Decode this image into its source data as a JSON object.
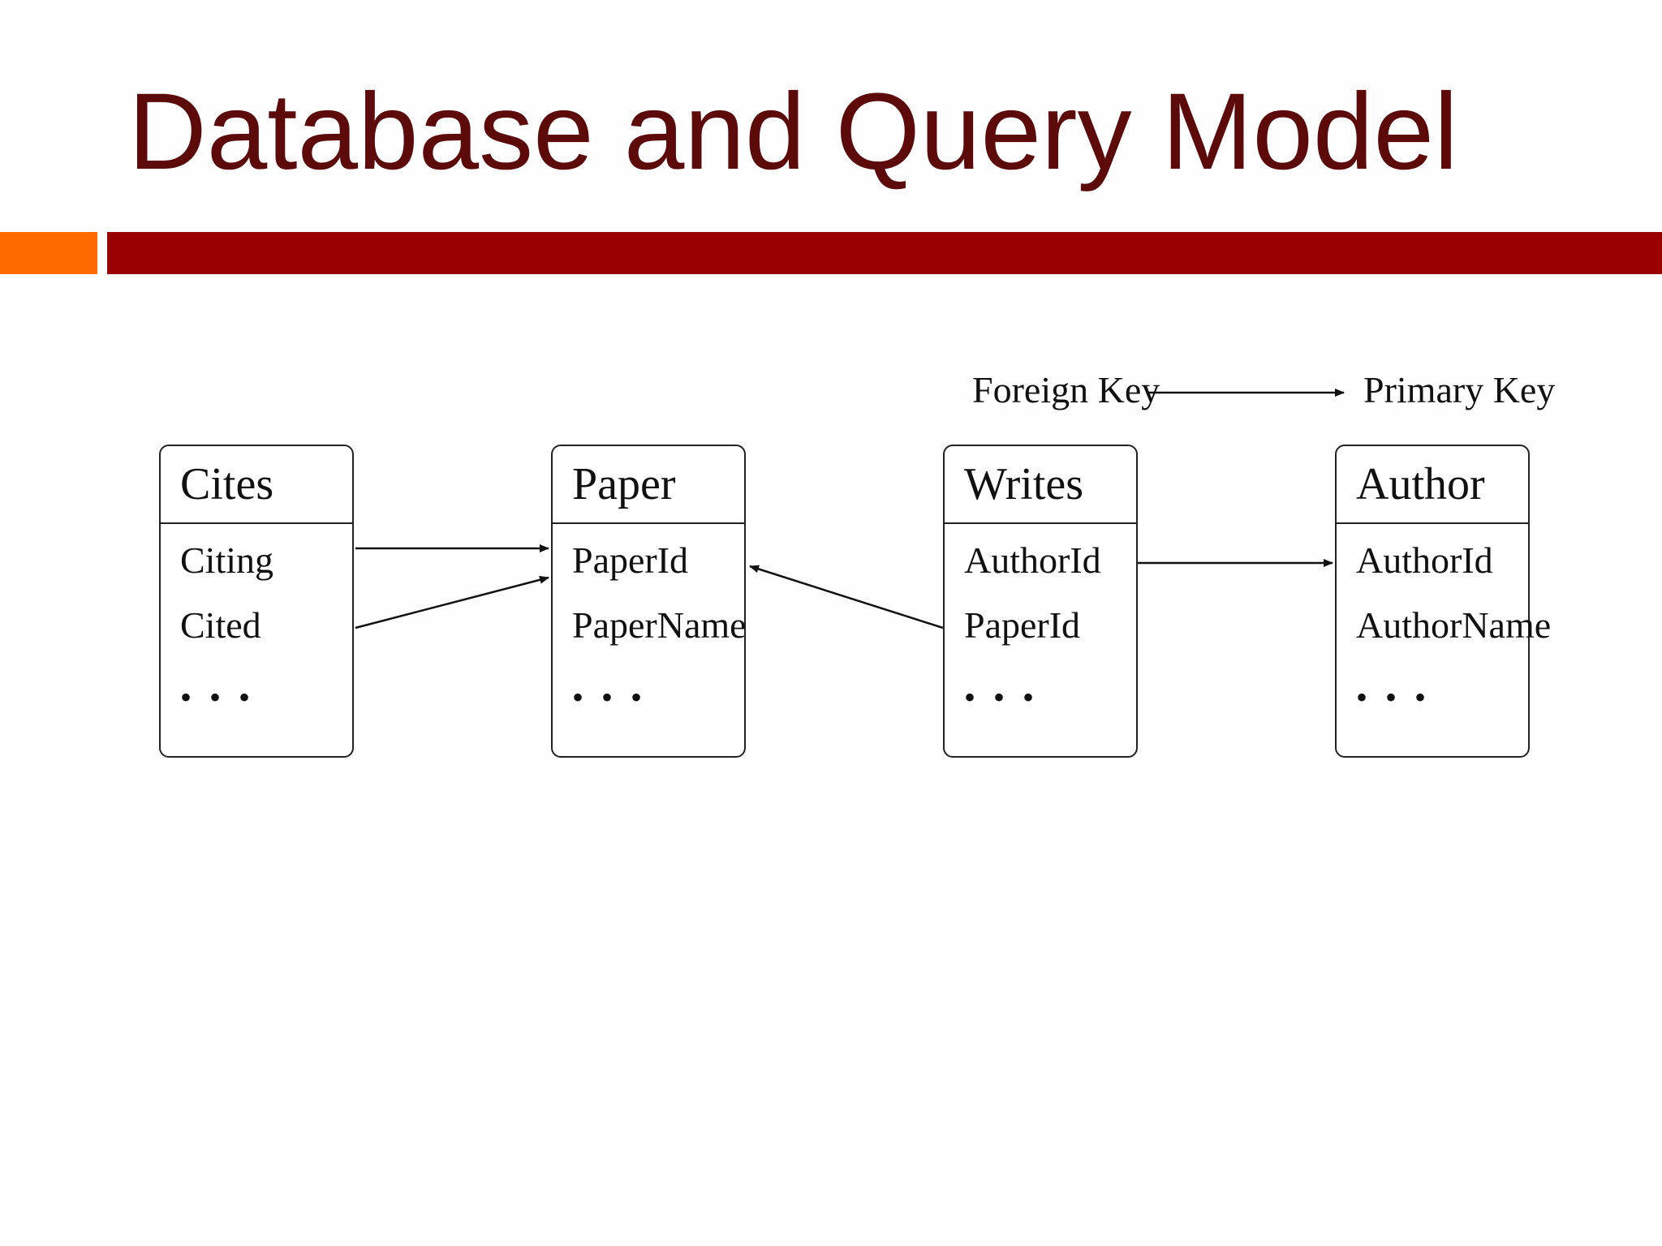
{
  "slide": {
    "title": "Database and Query Model",
    "colors": {
      "title": "#5c0a0a",
      "accent_bar": "#ff6a00",
      "main_bar": "#990000",
      "line": "#111111"
    }
  },
  "legend": {
    "from_label": "Foreign Key",
    "to_label": "Primary Key"
  },
  "tables": [
    {
      "name": "Cites",
      "fields": [
        "Citing",
        "Cited",
        "• • •"
      ]
    },
    {
      "name": "Paper",
      "fields": [
        "PaperId",
        "PaperName",
        "• • •"
      ]
    },
    {
      "name": "Writes",
      "fields": [
        "AuthorId",
        "PaperId",
        "• • •"
      ]
    },
    {
      "name": "Author",
      "fields": [
        "AuthorId",
        "AuthorName",
        "• • •"
      ]
    }
  ],
  "relationships": [
    {
      "from": "Cites.Citing",
      "to": "Paper.PaperId"
    },
    {
      "from": "Cites.Cited",
      "to": "Paper.PaperId"
    },
    {
      "from": "Writes.PaperId",
      "to": "Paper.PaperId"
    },
    {
      "from": "Writes.AuthorId",
      "to": "Author.AuthorId"
    }
  ]
}
